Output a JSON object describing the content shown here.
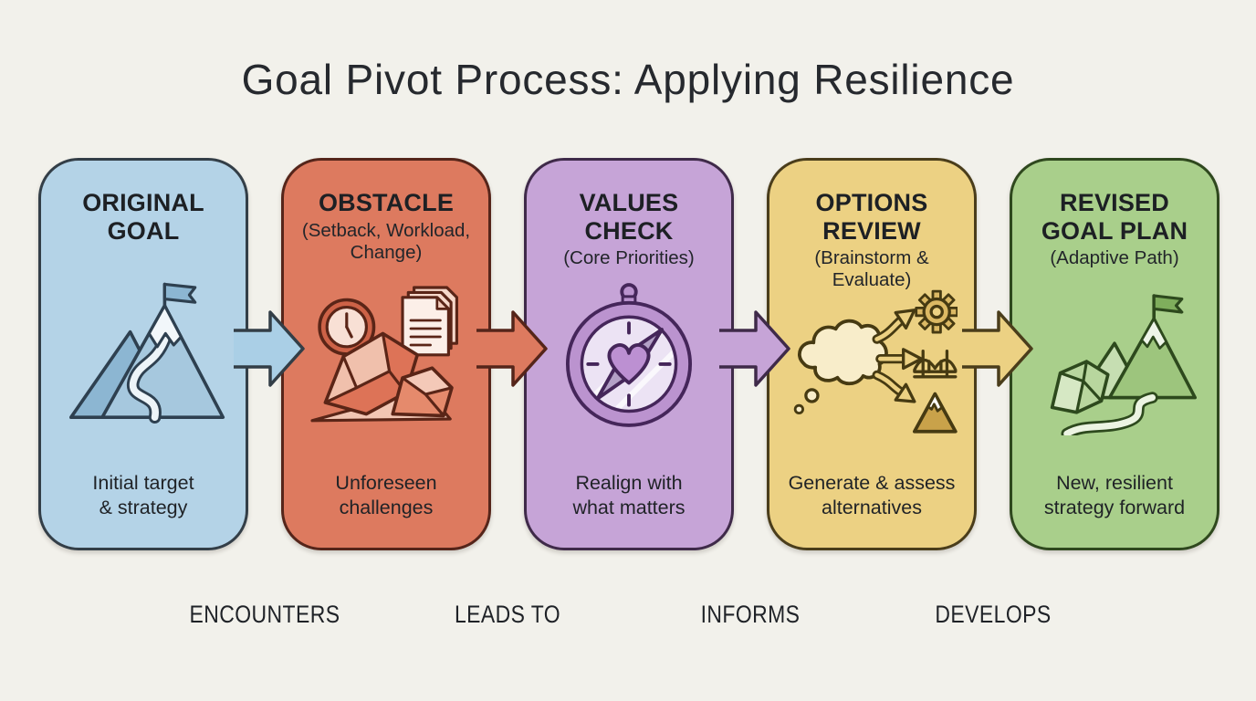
{
  "title": "Goal Pivot Process: Applying Resilience",
  "background_color": "#f2f1eb",
  "stages": [
    {
      "name": "original-goal",
      "heading_line1": "ORIGINAL",
      "heading_line2": "GOAL",
      "subtitle_line1": "",
      "subtitle_line2": "",
      "desc_line1": "Initial target",
      "desc_line2": "& strategy",
      "icon": "mountain-flag-icon",
      "fill": "#b4d3e7",
      "border": "#333e47"
    },
    {
      "name": "obstacle",
      "heading_line1": "OBSTACLE",
      "heading_line2": "",
      "subtitle_line1": "(Setback, Workload,",
      "subtitle_line2": "Change)",
      "desc_line1": "Unforeseen",
      "desc_line2": "challenges",
      "icon": "rocks-clock-papers-icon",
      "fill": "#dd7a5f",
      "border": "#55251a"
    },
    {
      "name": "values-check",
      "heading_line1": "VALUES",
      "heading_line2": "CHECK",
      "subtitle_line1": "(Core Priorities)",
      "subtitle_line2": "",
      "desc_line1": "Realign with",
      "desc_line2": "what matters",
      "icon": "heart-compass-icon",
      "fill": "#c6a4d7",
      "border": "#3f2a49"
    },
    {
      "name": "options-review",
      "heading_line1": "OPTIONS",
      "heading_line2": "REVIEW",
      "subtitle_line1": "(Brainstorm &",
      "subtitle_line2": "Evaluate)",
      "desc_line1": "Generate & assess",
      "desc_line2": "alternatives",
      "icon": "brainstorm-options-icon",
      "fill": "#ecd183",
      "border": "#4a3d1b"
    },
    {
      "name": "revised-goal-plan",
      "heading_line1": "REVISED",
      "heading_line2": "GOAL PLAN",
      "subtitle_line1": "(Adaptive Path)",
      "subtitle_line2": "",
      "desc_line1": "New, resilient",
      "desc_line2": "strategy forward",
      "icon": "winding-path-mountains-icon",
      "fill": "#a9cf8b",
      "border": "#2f481e"
    }
  ],
  "connectors": [
    {
      "label": "ENCOUNTERS",
      "arrow_fill": "#aacfe6",
      "arrow_border": "#333e47"
    },
    {
      "label": "LEADS TO",
      "arrow_fill": "#dd7a5f",
      "arrow_border": "#55251a"
    },
    {
      "label": "INFORMS",
      "arrow_fill": "#c6a4d7",
      "arrow_border": "#3f2a49"
    },
    {
      "label": "DEVELOPS",
      "arrow_fill": "#ecd183",
      "arrow_border": "#4a3d1b"
    }
  ]
}
